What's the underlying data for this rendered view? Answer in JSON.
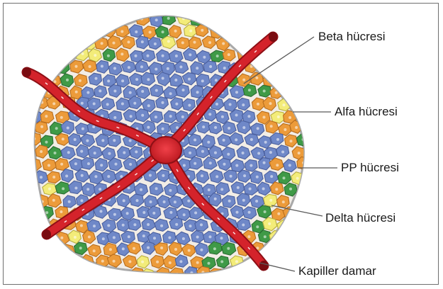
{
  "labels": {
    "beta": "Beta hücresi",
    "alfa": "Alfa hücresi",
    "pp": "PP hücresi",
    "delta": "Delta hücresi",
    "kapiller": "Kapiller damar"
  },
  "colors": {
    "beta_cell": "#6f88c8",
    "alfa_cell": "#ec9b3a",
    "pp_cell": "#3f9a47",
    "delta_cell": "#f3ec79",
    "capillary": "#d4232b",
    "capsule": "#bdbdbd"
  }
}
